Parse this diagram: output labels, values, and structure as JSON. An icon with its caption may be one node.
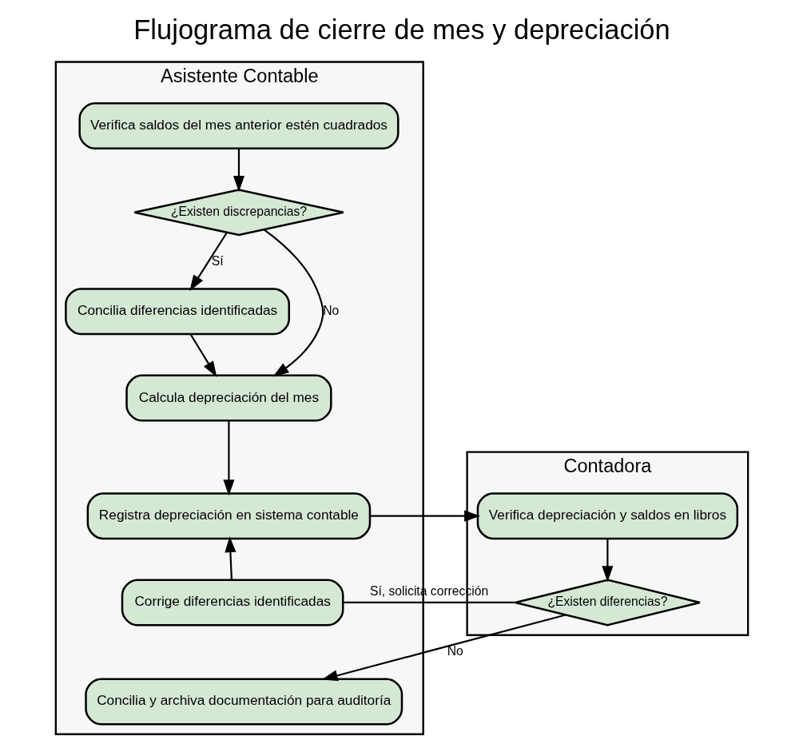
{
  "diagram": {
    "title": "Flujograma de cierre de mes y depreciación",
    "nodes": [
      {
        "text": [
          "Asistente Contable"
        ]
      },
      {
        "text": [
          "Contadora"
        ]
      },
      {
        "text": [
          "Verifica saldos del mes anterior estén cuadrados"
        ],
        "in": 0
      },
      {
        "text": [
          "¿Existen discrepancias?"
        ],
        "in": 0
      },
      {
        "text": [
          "Concilia diferencias identificadas"
        ],
        "in": 0
      },
      {
        "text": [
          "Calcula depreciación del mes"
        ],
        "in": 0
      },
      {
        "text": [
          "Registra depreciación en sistema contable"
        ],
        "in": 0
      },
      {
        "text": [
          "Corrige diferencias identificadas"
        ],
        "in": 0
      },
      {
        "text": [
          "Concilia y archiva documentación para auditoría"
        ],
        "in": 0
      },
      {
        "text": [
          "Verifica depreciación y saldos en libros"
        ],
        "in": 1
      },
      {
        "text": [
          "¿Existen diferencias?"
        ],
        "in": 1
      }
    ],
    "edges": [
      {
        "from": 2,
        "to": 3,
        "arrow": "to"
      },
      {
        "from": 3,
        "to": 4,
        "arrow": "to",
        "label": "Sí"
      },
      {
        "from": 3,
        "to": 5,
        "arrow": "to",
        "label": "No"
      },
      {
        "from": 4,
        "to": 5,
        "arrow": "to"
      },
      {
        "from": 5,
        "to": 6,
        "arrow": "to"
      },
      {
        "from": 6,
        "to": 9,
        "arrow": "to"
      },
      {
        "from": 9,
        "to": 10,
        "arrow": "to"
      },
      {
        "from": 10,
        "to": 7,
        "arrow": "none",
        "label": "Sí, solicita corrección"
      },
      {
        "from": 7,
        "to": 6,
        "arrow": "to"
      },
      {
        "from": 10,
        "to": 8,
        "arrow": "to",
        "label": "No"
      }
    ]
  }
}
